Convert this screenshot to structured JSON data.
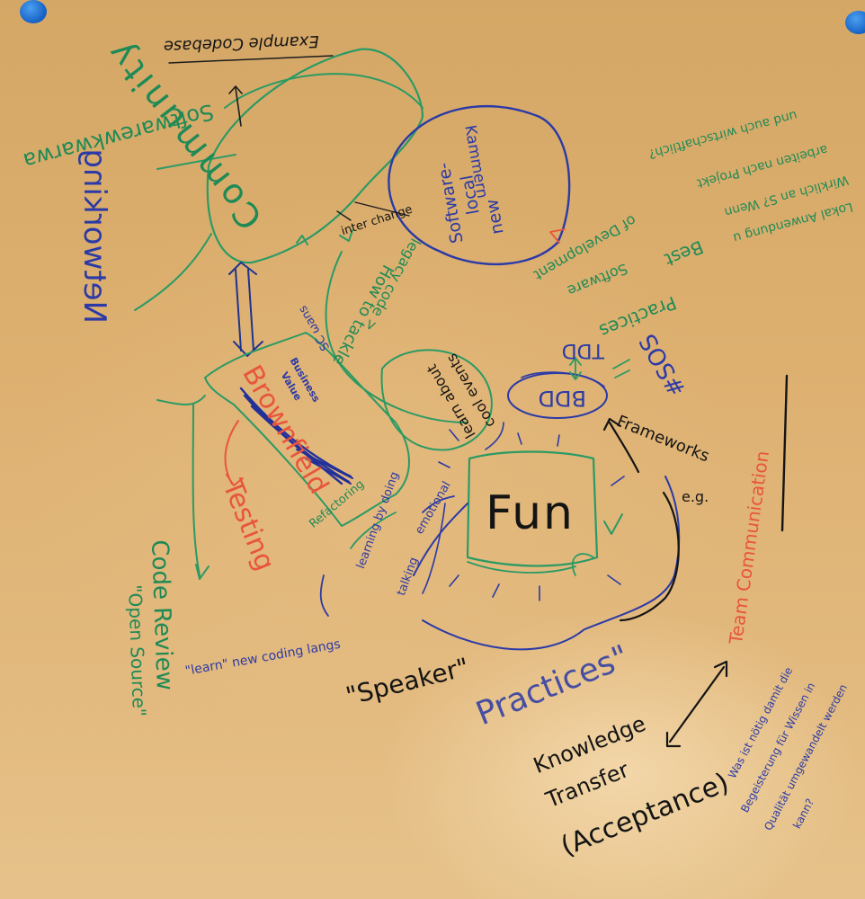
{
  "notes": {
    "example_codebase": "Example Codebase",
    "community": "Community",
    "software_kwarwa": "Softwarewkwarwa",
    "new_local_groups": [
      "new",
      "local",
      "Software-",
      "Kammern"
    ],
    "interchange": "inter change",
    "legacy_code": "legacy code >",
    "how_to_tackle": "How to tackle",
    "networking": "Networking",
    "business_value": [
      "Business",
      "Value"
    ],
    "sc_label": "SC ωans",
    "brownfield": "Brownfield",
    "learn_about": [
      "learn about",
      "cool events"
    ],
    "best_practices": [
      "Best",
      "Practices",
      "Software",
      "of Development"
    ],
    "sos": "#SOS",
    "tdd": "TDD",
    "bdd": "BDD",
    "frameworks": "Frameworks",
    "ideas_german": [
      "Lokal Anwendung u",
      "Wirklich an S? Wenn",
      "arbeiten nach Projekt",
      "und auch wirtschaftlich?"
    ],
    "team_communication": "Team Communication",
    "testing": "Testing",
    "fun": "Fun",
    "emotional": "emotional",
    "refactoring": "Refactoring",
    "eg": "e.g.",
    "code_review": "Code Review",
    "open_source": "\"Open Source\"",
    "learning_by_doing": "learning by doing",
    "talking": "talking",
    "learn_langs": "\"learn\" new coding langs",
    "speaker": "\"Speaker\"",
    "practices": "Practices\"",
    "knowledge_transfer": [
      "Knowledge",
      "Transfer",
      "(Acceptance)"
    ],
    "german_question": [
      "Was ist nötig damit die",
      "Begeisterung für Wissen in",
      "Qualität umgewandelt werden",
      "kann?"
    ]
  }
}
